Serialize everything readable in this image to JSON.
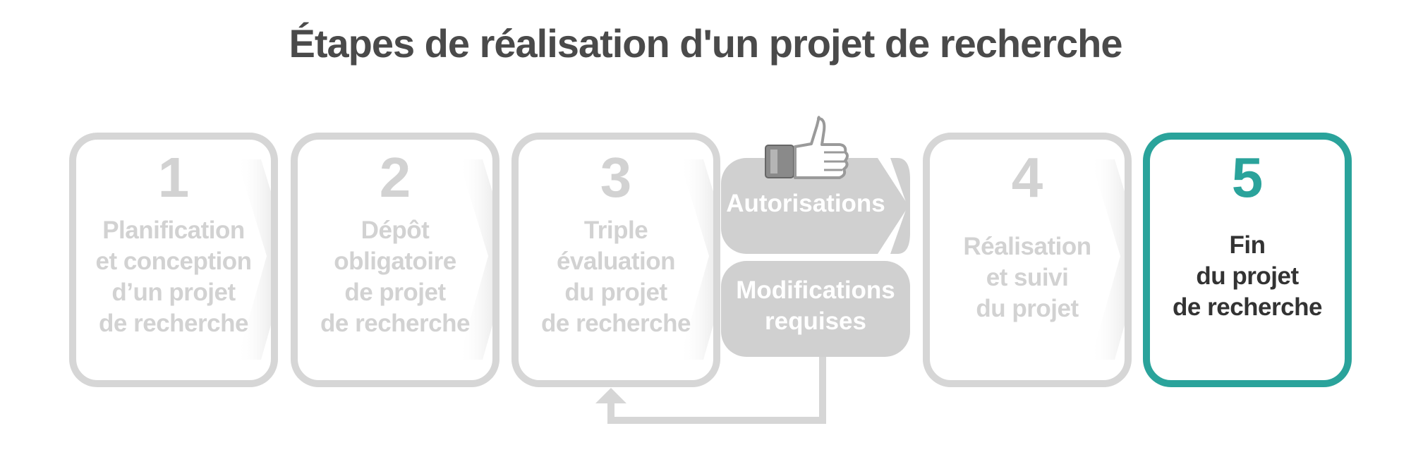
{
  "title": "Étapes de réalisation d'un projet de recherche",
  "steps": [
    {
      "number": "1",
      "lines": [
        "Planification",
        "et conception",
        "d’un projet",
        "de recherche"
      ],
      "state": "inactive"
    },
    {
      "number": "2",
      "lines": [
        "Dépôt",
        "obligatoire",
        "de projet",
        "de recherche"
      ],
      "state": "inactive"
    },
    {
      "number": "3",
      "lines": [
        "Triple",
        "évaluation",
        "du projet",
        "de recherche"
      ],
      "state": "inactive"
    },
    {
      "number": "4",
      "lines": [
        "Réalisation",
        "et suivi",
        "du projet"
      ],
      "state": "inactive"
    },
    {
      "number": "5",
      "lines": [
        "Fin",
        "du projet",
        "de recherche"
      ],
      "state": "active"
    }
  ],
  "branch": {
    "approval": {
      "label": "Autorisations",
      "icon": "thumbs-up-icon"
    },
    "revision": {
      "lines": [
        "Modifications",
        "requises"
      ]
    }
  },
  "colors": {
    "title": "#4a4a4a",
    "inactive": "#d6d6d6",
    "active": "#2aa39b",
    "active_text": "#333333",
    "branch_fill": "#d0d0d0"
  }
}
